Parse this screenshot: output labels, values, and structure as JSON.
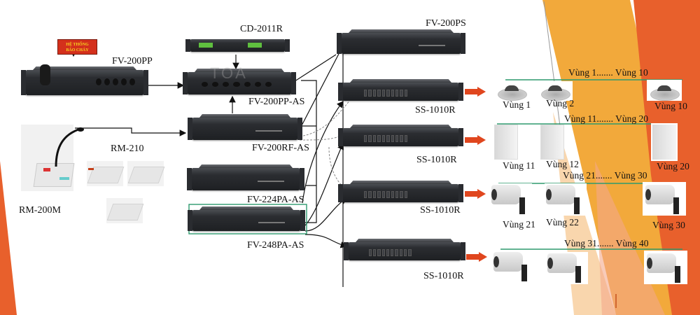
{
  "title": "TOA FV-200 voice alarm system diagram",
  "colors": {
    "accent_orange": "#e8602c",
    "accent_amber": "#f2a93b",
    "zone_line": "#2e9a6e",
    "fire_alarm_red": "#d4301c",
    "fire_alarm_text": "#f5d020"
  },
  "devices": {
    "fire_alarm_box": {
      "line1": "HỆ THỐNG",
      "line2": "BÁO CHÁY"
    },
    "fv200pp": "FV-200PP",
    "cd2011r": "CD-2011R",
    "fv200pp_as": "FV-200PP-AS",
    "fv200rf_as": "FV-200RF-AS",
    "fv224pa_as": "FV-224PA-AS",
    "fv248pa_as": "FV-248PA-AS",
    "fv200ps": "FV-200PS",
    "rm210": "RM-210",
    "rm200m": "RM-200M",
    "ss1010r": [
      "SS-1010R",
      "SS-1010R",
      "SS-1010R",
      "SS-1010R"
    ],
    "watermark": "TOA"
  },
  "zones": [
    {
      "range": "Vùng 1....... Vùng 10",
      "labels": [
        "Vùng 1",
        "Vùng 2",
        "Vùng 10"
      ],
      "speaker": "ceiling-speaker"
    },
    {
      "range": "Vùng 11....... Vùng 20",
      "labels": [
        "Vùng 11",
        "Vùng 12",
        "Vùng 20"
      ],
      "speaker": "wall-speaker"
    },
    {
      "range": "Vùng 21....... Vùng 30",
      "labels": [
        "Vùng 21",
        "Vùng 22",
        "Vùng 30"
      ],
      "speaker": "horn-speaker"
    },
    {
      "range": "Vùng 31....... Vùng 40",
      "labels": [],
      "speaker": "horn-speaker"
    }
  ]
}
